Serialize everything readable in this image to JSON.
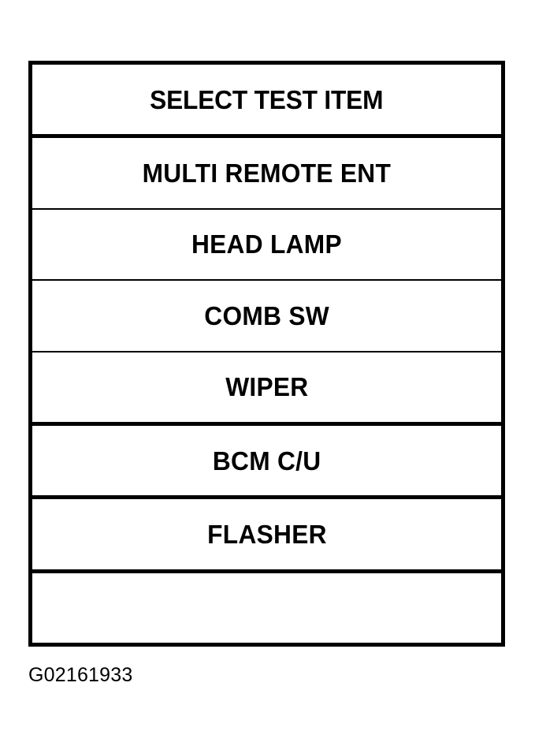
{
  "figure": {
    "caption": "G02161933",
    "colors": {
      "ink": "#000000",
      "paper": "#ffffff"
    }
  },
  "screen": {
    "header": {
      "label": "SELECT TEST ITEM"
    },
    "rows": [
      {
        "label": "SELECT TEST ITEM",
        "role": "header",
        "divider": "thick",
        "empty": false
      },
      {
        "label": "MULTI REMOTE ENT",
        "role": "item",
        "divider": "thin",
        "empty": false
      },
      {
        "label": "HEAD LAMP",
        "role": "item",
        "divider": "thin",
        "empty": false
      },
      {
        "label": "COMB SW",
        "role": "item",
        "divider": "thin",
        "empty": false
      },
      {
        "label": "WIPER",
        "role": "item",
        "divider": "thick",
        "empty": false
      },
      {
        "label": "BCM C/U",
        "role": "item",
        "divider": "thick",
        "empty": false
      },
      {
        "label": "FLASHER",
        "role": "item",
        "divider": "thick",
        "empty": false
      },
      {
        "label": "",
        "role": "filler",
        "divider": "none",
        "empty": true
      }
    ]
  }
}
